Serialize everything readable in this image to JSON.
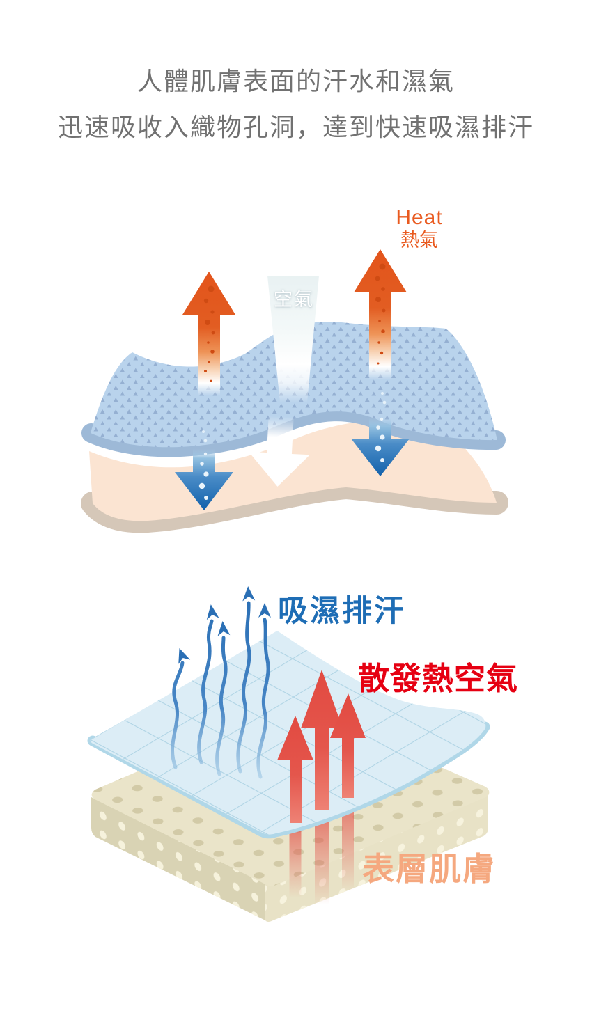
{
  "page": {
    "background": "#ffffff"
  },
  "header": {
    "line1": "人體肌膚表面的汗水和濕氣",
    "line2": "迅速吸收入織物孔洞，達到快速吸濕排汗",
    "text_color": "#717171"
  },
  "diagram1": {
    "description": "wavy fabric layer over skin layer with heat rising and moisture absorbed",
    "heat_label_en": "Heat",
    "heat_label_zh": "熱氣",
    "heat_label_color": "#e95a1f",
    "air_label": "空氣",
    "air_label_color": "#ffffff",
    "fabric_color": "#b9d3ec",
    "fabric_triangle_color": "#95b0d2",
    "fabric_edge_color": "#9db9d7",
    "skin_color": "#fbe4d2",
    "skin_edge_color": "#d5c7b8",
    "heat_arrow_color": "#e3541b",
    "moisture_arrow_color": "#1261ab"
  },
  "diagram2": {
    "description": "grid fabric sheet over perforated skin slab, moisture wicking up and heat released",
    "wicking_label": "吸濕排汗",
    "wicking_label_color": "#1e6db5",
    "heat_release_label": "散發熱空氣",
    "heat_release_label_color": "#e60012",
    "surface_skin_label": "表層肌膚",
    "surface_skin_label_color": "#f5a87f",
    "fabric_color": "#dcedf6",
    "fabric_grid_color": "#aed3e4",
    "fabric_edge_color": "#b0d7e8",
    "skin_top_color": "#eae4c9",
    "skin_left_face_color": "#d9d3b4",
    "skin_right_face_color": "#e8e2c6",
    "skin_hole_color": "#d2caa7",
    "moisture_arrow_color": "#2a6fb5",
    "heat_arrow_color": "#e4564c"
  }
}
